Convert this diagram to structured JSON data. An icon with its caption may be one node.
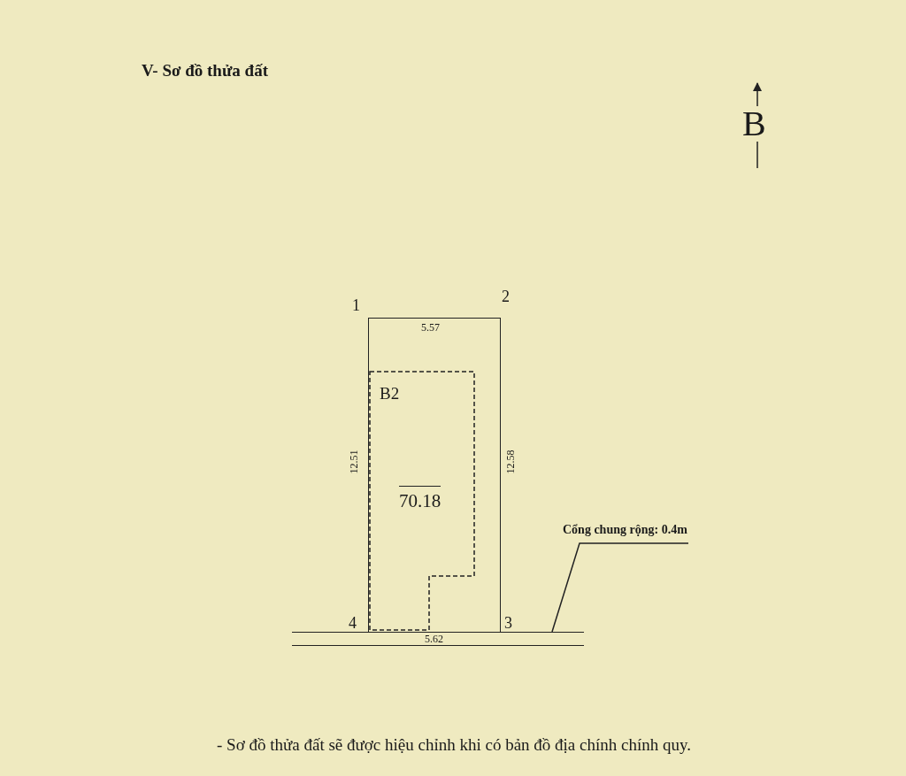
{
  "diagram": {
    "title": "V- Sơ đồ thửa đất",
    "caption": "- Sơ đồ thửa đất sẽ được hiệu chỉnh khi có bản đồ địa chính chính quy.",
    "nodes": [
      {
        "text": [],
        "shape": "box"
      },
      {
        "text": [
          "B2",
          "70.18"
        ],
        "in": 0
      },
      {
        "text": [
          "Cổng chung rộng: 0.4m"
        ]
      },
      {
        "text": [],
        "shape": "bar"
      }
    ],
    "edges": [
      {
        "from": 2,
        "to": 3,
        "arrow": "none"
      }
    ],
    "labels": [
      "B",
      "1",
      "5.57",
      "2",
      "12.51",
      "12.58",
      "4",
      "3",
      "5.62"
    ]
  }
}
